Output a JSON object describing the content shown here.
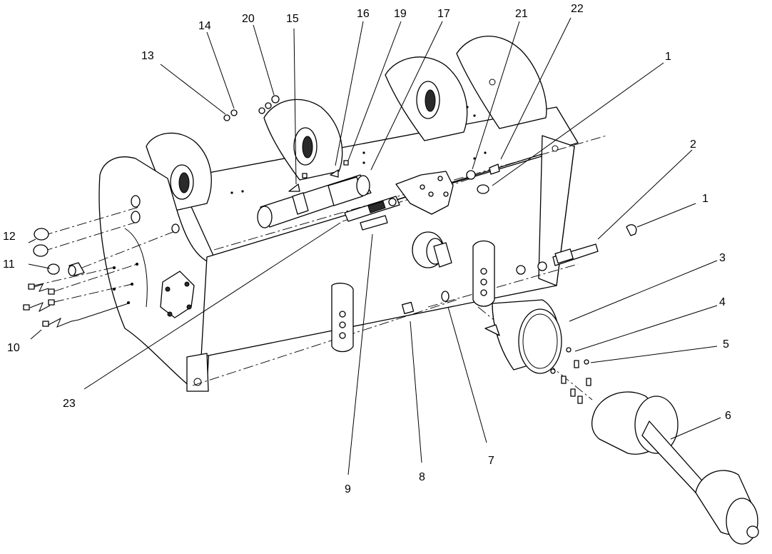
{
  "callouts": [
    {
      "id": "c1a",
      "text": "1"
    },
    {
      "id": "c1b",
      "text": "1"
    },
    {
      "id": "c2",
      "text": "2"
    },
    {
      "id": "c3",
      "text": "3"
    },
    {
      "id": "c4",
      "text": "4"
    },
    {
      "id": "c5",
      "text": "5"
    },
    {
      "id": "c6",
      "text": "6"
    },
    {
      "id": "c7",
      "text": "7"
    },
    {
      "id": "c8",
      "text": "8"
    },
    {
      "id": "c9",
      "text": "9"
    },
    {
      "id": "c10",
      "text": "10"
    },
    {
      "id": "c11",
      "text": "11"
    },
    {
      "id": "c12",
      "text": "12"
    },
    {
      "id": "c13",
      "text": "13"
    },
    {
      "id": "c14",
      "text": "14"
    },
    {
      "id": "c15",
      "text": "15"
    },
    {
      "id": "c16",
      "text": "16"
    },
    {
      "id": "c17",
      "text": "17"
    },
    {
      "id": "c19",
      "text": "19"
    },
    {
      "id": "c20",
      "text": "20"
    },
    {
      "id": "c21",
      "text": "21"
    },
    {
      "id": "c22",
      "text": "22"
    },
    {
      "id": "c23",
      "text": "23"
    }
  ]
}
